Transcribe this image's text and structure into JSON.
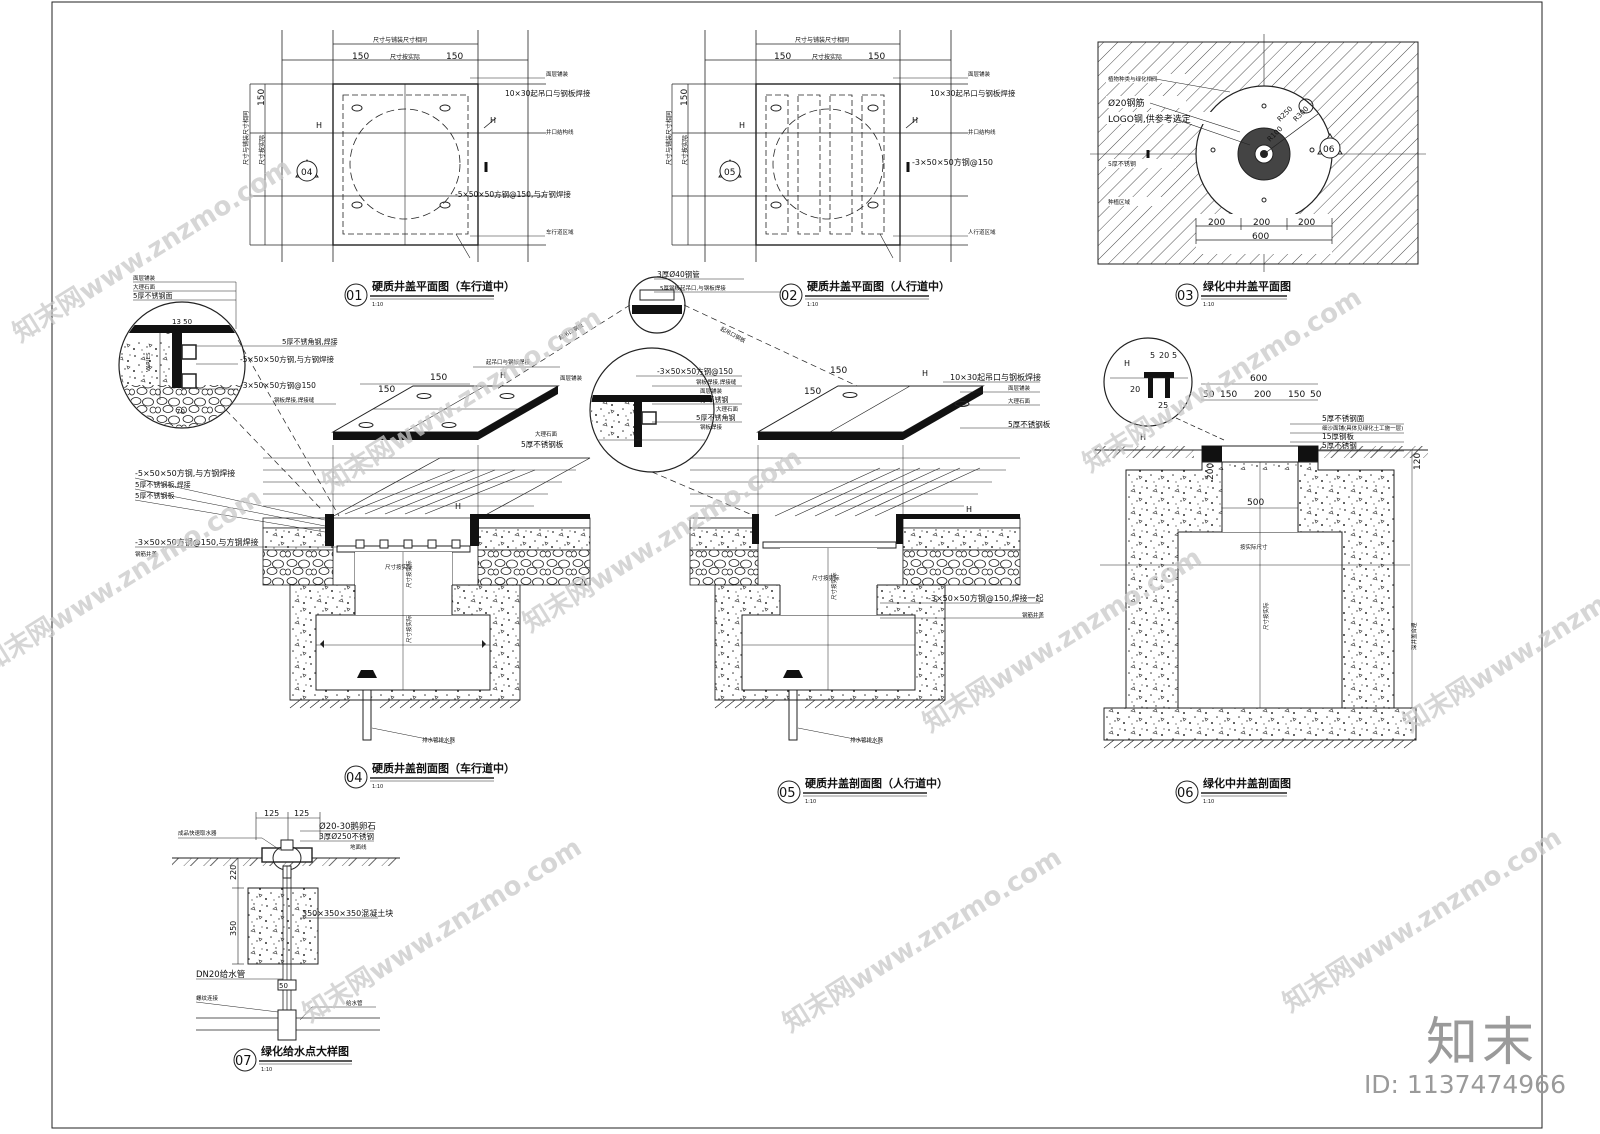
{
  "drawings": [
    {
      "num": "01",
      "title": "硬质井盖平面图（车行道中）",
      "scale": "1:10"
    },
    {
      "num": "02",
      "title": "硬质井盖平面图（人行道中）",
      "scale": "1:10"
    },
    {
      "num": "03",
      "title": "绿化中井盖平面图",
      "scale": "1:10"
    },
    {
      "num": "04",
      "title": "硬质井盖剖面图（车行道中）",
      "scale": "1:10"
    },
    {
      "num": "05",
      "title": "硬质井盖剖面图（人行道中）",
      "scale": "1:10"
    },
    {
      "num": "06",
      "title": "绿化中井盖剖面图",
      "scale": "1:10"
    },
    {
      "num": "07",
      "title": "绿化给水点大样图",
      "scale": "1:10"
    }
  ],
  "annotations": {
    "d01": {
      "dim_top": "尺寸与铺装尺寸相同",
      "dim_150_left": "150",
      "dim_150_right": "150",
      "dim_inner": "尺寸按实际",
      "dim_left_150": "150",
      "dim_left_outer": "尺寸与铺装尺寸相同",
      "dim_left_inner": "尺寸按实际",
      "label_paving": "面层铺装",
      "label_lift": "10×30起吊口与钢板焊接",
      "label_well": "井口结构线",
      "label_steel": "-5×50×50方钢@150,与方钢焊接",
      "label_road": "车行道区域",
      "h_mark": "H",
      "callout": "04"
    },
    "d02": {
      "dim_top": "尺寸与铺装尺寸相同",
      "dim_150_left": "150",
      "dim_150_right": "150",
      "dim_inner": "尺寸按实际",
      "dim_left_150": "150",
      "dim_left_outer": "尺寸与铺装尺寸相同",
      "dim_left_inner": "尺寸按实际",
      "label_paving": "面层铺装",
      "label_lift": "10×30起吊口与钢板焊接",
      "label_well": "井口结构线",
      "label_steel": "-3×50×50方钢@150",
      "label_road": "人行道区域",
      "h_mark": "H",
      "callout": "05"
    },
    "d03": {
      "label_a": "植物种类与绿化相同",
      "label_b": "Ø20钢筋",
      "label_c": "LOGO钢,供参考选定",
      "label_d": "5厚不锈钢",
      "label_e": "种植区域",
      "r1": "R100",
      "r2": "R250",
      "r3": "R300",
      "dim_200a": "200",
      "dim_200b": "200",
      "dim_200c": "200",
      "dim_600": "600",
      "callout": "06"
    },
    "d04": {
      "l1": "面层铺装",
      "l2": "大理石面",
      "l3": "5厚不锈钢面",
      "l4": "13 50",
      "l5": "5 35",
      "l6": "VARIES",
      "l7": "5厚不锈角钢,焊接",
      "l8": "-5×50×50方钢,与方钢焊接",
      "l9": "-3×50×50方钢@150",
      "l10": "钢板焊接,焊接缝",
      "l11": "70",
      "l12": "起吊口与钢板焊接",
      "l13": "面层铺装",
      "l14": "大理石面",
      "l15": "5厚不锈钢板",
      "l16": "-5×50×50方钢,与方钢焊接",
      "l17": "5厚不锈钢板,焊接",
      "l18": "5厚不锈钢板",
      "l19": "-3×50×50方钢@150,与方钢焊接",
      "l20": "钢筋井盖",
      "l21": "尺寸按实际",
      "l22": "尺寸按实际",
      "l23": "尺寸按实际",
      "l24": "排水管排水器",
      "dim150a": "150",
      "dim150b": "150",
      "h": "H"
    },
    "d05": {
      "l1": "3厚Ø40钢管",
      "l2": "5厚钢板起吊口,与钢板焊接",
      "l3": "起吊口钢板",
      "l4": "-3×50×50方钢@150",
      "l5": "钢板焊接,焊接缝",
      "l6": "面层铺装",
      "l7": "5厚不锈钢",
      "l8": "大理石面",
      "l9": "5厚不锈角钢",
      "l10": "钢板焊接",
      "l11": "10×30起吊口与钢板焊接",
      "l12": "面层铺装",
      "l13": "大理石面",
      "l14": "5厚不锈钢板",
      "l15": "-3×50×50方钢@150,焊接一起",
      "l16": "钢筋井盖",
      "l17": "尺寸按实际",
      "l18": "尺寸按实际",
      "l19": "排水管排水器",
      "dim150a": "150",
      "dim150b": "150",
      "h": "H"
    },
    "d06": {
      "dim_top": "600",
      "d50a": "50",
      "d150a": "150",
      "d200": "200",
      "d150b": "150",
      "d50b": "50",
      "detail_a": "5",
      "detail_b": "20",
      "detail_c": "5",
      "detail_h": "H",
      "detail_20": "20",
      "detail_25": "25",
      "l1": "5厚不锈钢面",
      "l2": "细沙面铺(具体见绿化土工施一层)",
      "l3": "15厚钢板",
      "l4": "5厚不锈钢",
      "dim_500": "500",
      "inner": "按实际尺寸",
      "h1": "尺寸按实际",
      "side": "深井盖合理",
      "side2": "120",
      "h": "H",
      "d200v": "200"
    },
    "d07": {
      "d125a": "125",
      "d125b": "125",
      "l1": "Ø20-30鹅卵石",
      "l2": "3厚Ø250不锈钢",
      "l3": "地面线",
      "l4": "成品快速取水器",
      "d220": "220",
      "d350": "350",
      "l5": "350×350×350混凝土块",
      "l6": "DN20给水管",
      "l7": "螺纹连接",
      "l8": "给水管",
      "d50": "50"
    }
  },
  "watermarks": [
    "知末网www.znzmo.com"
  ],
  "brand": "知末",
  "id_text": "ID: 1137474966"
}
